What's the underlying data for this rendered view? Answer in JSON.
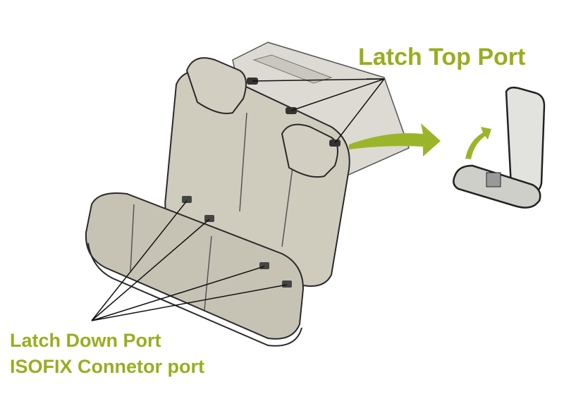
{
  "labels": {
    "latch_top_port": "Latch Top Port",
    "latch_down_port": "Latch Down Port",
    "isofix_connector_port": "ISOFIX Connetor port"
  },
  "colors": {
    "label_text": "#9aad1f",
    "arrow": "#9bb52a",
    "seat_fill": "#cfcbbd",
    "seat_shadow": "#aaa696",
    "outline": "#2a2a2a",
    "shelf": "#dcdad2"
  }
}
